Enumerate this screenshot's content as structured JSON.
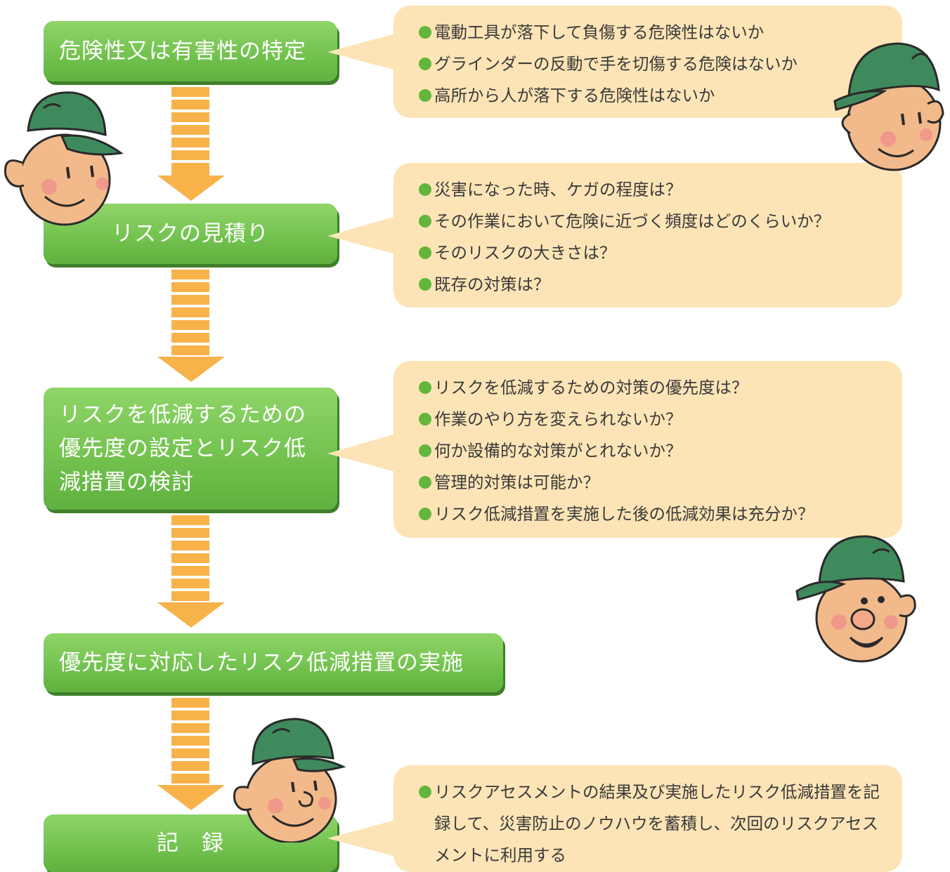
{
  "steps": [
    {
      "label": "危険性又は有害性の特定",
      "bubble": [
        "電動工具が落下して負傷する危険性はないか",
        "グラインダーの反動で手を切傷する危険はないか",
        "高所から人が落下する危険性はないか"
      ]
    },
    {
      "label": "リスクの見積り",
      "bubble": [
        "災害になった時、ケガの程度は？",
        "その作業において危険に近づく頻度はどのくらいか？",
        "そのリスクの大きさは？",
        "既存の対策は？"
      ]
    },
    {
      "label": "リスクを低減するための\n優先度の設定とリスク低\n減措置の検討",
      "bubble": [
        "リスクを低減するための対策の優先度は？",
        "作業のやり方を変えられないか？",
        "何か設備的な対策がとれないか？",
        "管理的対策は可能か？",
        "リスク低減措置を実施した後の低減効果は充分か？"
      ]
    },
    {
      "label": "優先度に対応したリスク低減措置の実施",
      "bubble": []
    },
    {
      "label": "記　録",
      "bubble": [
        "リスクアセスメントの結果及び実施したリスク低減措置を記録して、災害防止のノウハウを蓄積し、次回のリスクアセスメントに利用する"
      ]
    }
  ],
  "colors": {
    "step_fill": "#74c350",
    "bubble_fill": "#fde4b6",
    "bullet": "#62b63b",
    "arrow": "#f7b24a",
    "cap": "#3f8a5c",
    "skin": "#f2b98a"
  }
}
